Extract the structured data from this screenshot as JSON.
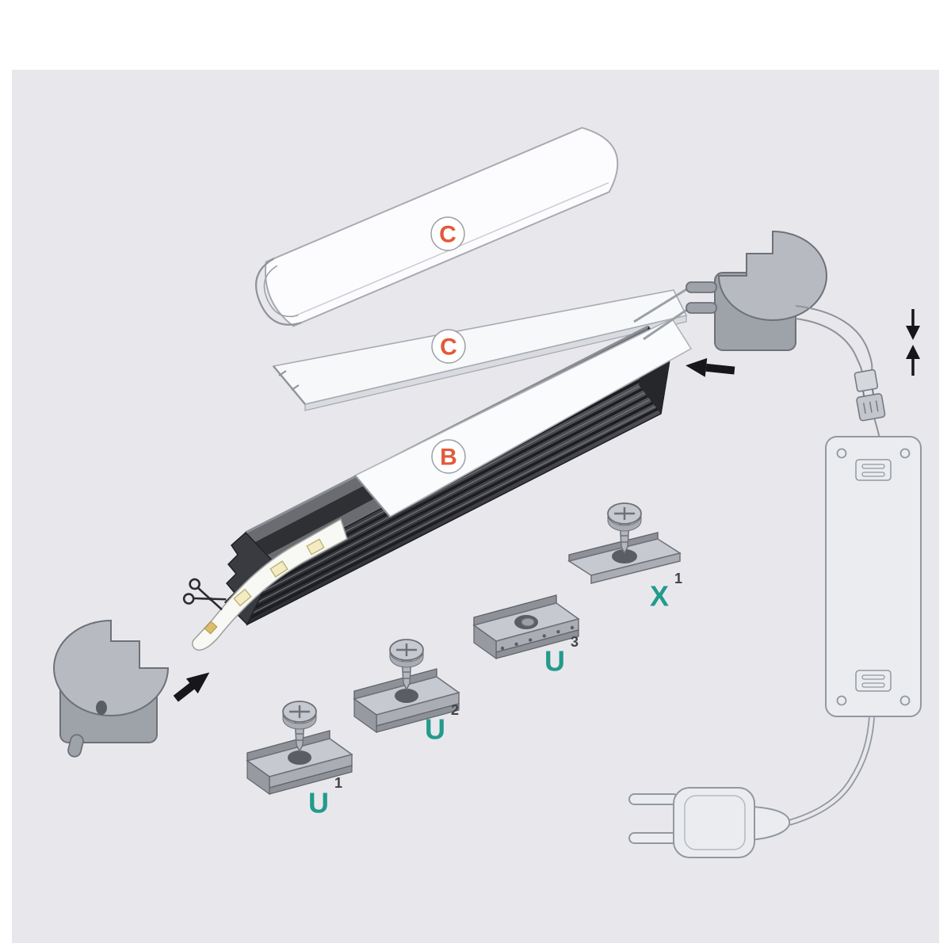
{
  "colors": {
    "panel_bg": "#e8e8ec",
    "accent_orange": "#e2593a",
    "accent_teal": "#239a8c",
    "line_gray": "#9298a0",
    "dark": "#1a1a1e"
  },
  "labels": {
    "cover_round": {
      "letter": "C"
    },
    "cover_flat": {
      "letter": "C"
    },
    "cover_inset": {
      "letter": "B"
    },
    "clip_x": {
      "letter": "X",
      "sup": "1"
    },
    "clip_u3": {
      "letter": "U",
      "sup": "3"
    },
    "clip_u2": {
      "letter": "U",
      "sup": "2"
    },
    "clip_u1": {
      "letter": "U",
      "sup": "1"
    }
  }
}
